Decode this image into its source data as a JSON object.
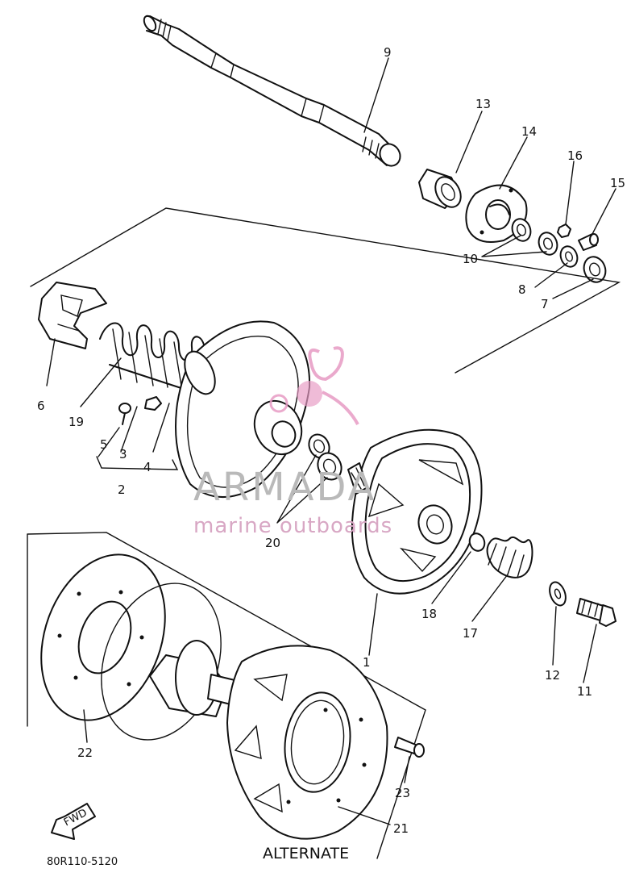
{
  "watermark": {
    "brand": "ARMADA",
    "tagline": "marine outboards",
    "accent_color": "#e79bc4"
  },
  "part_numbers": [
    "1",
    "2",
    "3",
    "4",
    "5",
    "6",
    "7",
    "8",
    "9",
    "10",
    "11",
    "12",
    "13",
    "14",
    "15",
    "16",
    "17",
    "18",
    "19",
    "20",
    "21",
    "22",
    "23"
  ],
  "labels": {
    "p1": "1",
    "p2": "2",
    "p3": "3",
    "p4": "4",
    "p5": "5",
    "p6": "6",
    "p7": "7",
    "p8": "8",
    "p9": "9",
    "p10": "10",
    "p11": "11",
    "p12": "12",
    "p13": "13",
    "p14": "14",
    "p15": "15",
    "p16": "16",
    "p17": "17",
    "p18": "18",
    "p19": "19",
    "p20": "20",
    "p21": "21",
    "p22": "22",
    "p23": "23"
  },
  "alternate_caption": "ALTERNATE",
  "fwd_label": "FWD",
  "drawing_code": "80R110-5120",
  "icons": [
    "fwd-arrow-icon",
    "armada-logo-icon"
  ]
}
